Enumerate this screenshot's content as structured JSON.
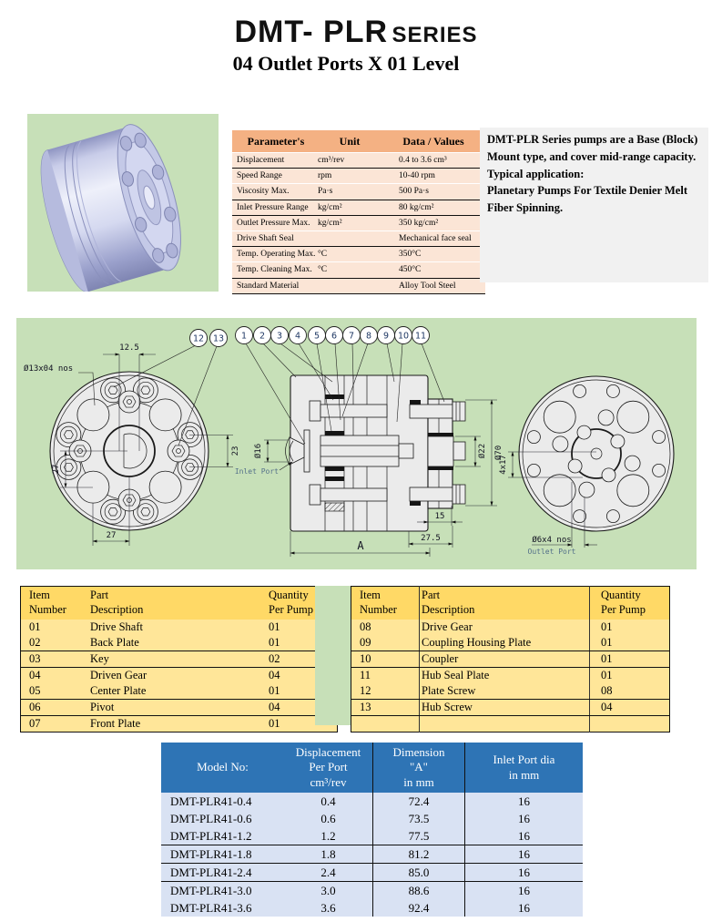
{
  "title": {
    "main": "DMT- PLR",
    "series": "SERIES",
    "subtitle": "04 Outlet Ports X 01 Level"
  },
  "spec": {
    "headers": {
      "param": "Parameter's",
      "unit": "Unit",
      "value": "Data / Values"
    },
    "rows": [
      {
        "p": "Displacement",
        "u": "cm³/rev",
        "v": "0.4 to 3.6 cm³"
      },
      {
        "p": "Speed Range",
        "u": "rpm",
        "v": "10-40 rpm"
      },
      {
        "p": "Viscosity Max.",
        "u": "Pa·s",
        "v": "500 Pa·s"
      },
      {
        "p": "Inlet Pressure Range",
        "u": "kg/cm²",
        "v": "80 kg/cm²"
      },
      {
        "p": "Outlet Pressure Max.",
        "u": "kg/cm²",
        "v": "350 kg/cm²"
      },
      {
        "p": "Drive Shaft Seal",
        "u": "",
        "v": "Mechanical face seal"
      },
      {
        "p": "Temp. Operating Max.",
        "u": "°C",
        "v": "350°C"
      },
      {
        "p": "Temp. Cleaning Max.",
        "u": "°C",
        "v": "450°C"
      },
      {
        "p": "Standard Material",
        "u": "",
        "v": "Alloy Tool Steel"
      }
    ]
  },
  "description": {
    "line1": "DMT-PLR Series pumps are a Base (Block) Mount type, and cover mid-range capacity.",
    "line2": "Typical application:",
    "line3": "Planetary Pumps For Textile Denier Melt Fiber Spinning."
  },
  "drawing": {
    "balloons": [
      "1",
      "2",
      "3",
      "4",
      "5",
      "6",
      "7",
      "8",
      "9",
      "10",
      "11",
      "12",
      "13"
    ],
    "front": {
      "holes_label": "Ø13x04 nos",
      "dim_top": "12.5",
      "dim_right": "23",
      "dim_left": "27",
      "dim_bottom": "27"
    },
    "section": {
      "dim_bore": "Ø16",
      "inlet_label": "Inlet Port",
      "dim_hub": "Ø22",
      "dim_flange": "Ø70",
      "dim_15": "15",
      "dim_275": "27.5",
      "dim_a": "A"
    },
    "back": {
      "dim_holes": "4x17",
      "holes_label": "Ø6x4 nos",
      "outlet_label": "Outlet Port"
    }
  },
  "parts": {
    "headers": {
      "num": "Item\nNumber",
      "desc": "Part\nDescription",
      "qty": "Quantity\nPer Pump"
    },
    "left": [
      [
        "01",
        "Drive Shaft",
        "01"
      ],
      [
        "02",
        "Back Plate",
        "01"
      ],
      [
        "03",
        "Key",
        "02"
      ],
      [
        "04",
        "Driven Gear",
        "04"
      ],
      [
        "05",
        "Center Plate",
        "01"
      ],
      [
        "06",
        "Pivot",
        "04"
      ],
      [
        "07",
        "Front Plate",
        "01"
      ]
    ],
    "right": [
      [
        "08",
        "Drive Gear",
        "01"
      ],
      [
        "09",
        "Coupling Housing Plate",
        "01"
      ],
      [
        "10",
        "Coupler",
        "01"
      ],
      [
        "11",
        "Hub Seal Plate",
        "01"
      ],
      [
        "12",
        "Plate Screw",
        "08"
      ],
      [
        "13",
        "Hub Screw",
        "04"
      ],
      [
        "",
        "",
        ""
      ]
    ]
  },
  "model": {
    "headers": [
      "Model No:",
      "Displacement\nPer Port\ncm³/rev",
      "Dimension\n\"A\"\nin mm",
      "Inlet Port dia\nin mm"
    ],
    "rows": [
      [
        "DMT-PLR41-0.4",
        "0.4",
        "72.4",
        "16"
      ],
      [
        "DMT-PLR41-0.6",
        "0.6",
        "73.5",
        "16"
      ],
      [
        "DMT-PLR41-1.2",
        "1.2",
        "77.5",
        "16"
      ],
      [
        "DMT-PLR41-1.8",
        "1.8",
        "81.2",
        "16"
      ],
      [
        "DMT-PLR41-2.4",
        "2.4",
        "85.0",
        "16"
      ],
      [
        "DMT-PLR41-3.0",
        "3.0",
        "88.6",
        "16"
      ],
      [
        "DMT-PLR41-3.6",
        "3.6",
        "92.4",
        "16"
      ]
    ]
  },
  "colors": {
    "green_panel": "#C7E0B8",
    "peach_header": "#F4B183",
    "peach_body": "#FBE5D6",
    "gold_header": "#FFD966",
    "gold_body": "#FFE699",
    "blue_header": "#2E74B5",
    "blue_body": "#D9E2F3"
  }
}
